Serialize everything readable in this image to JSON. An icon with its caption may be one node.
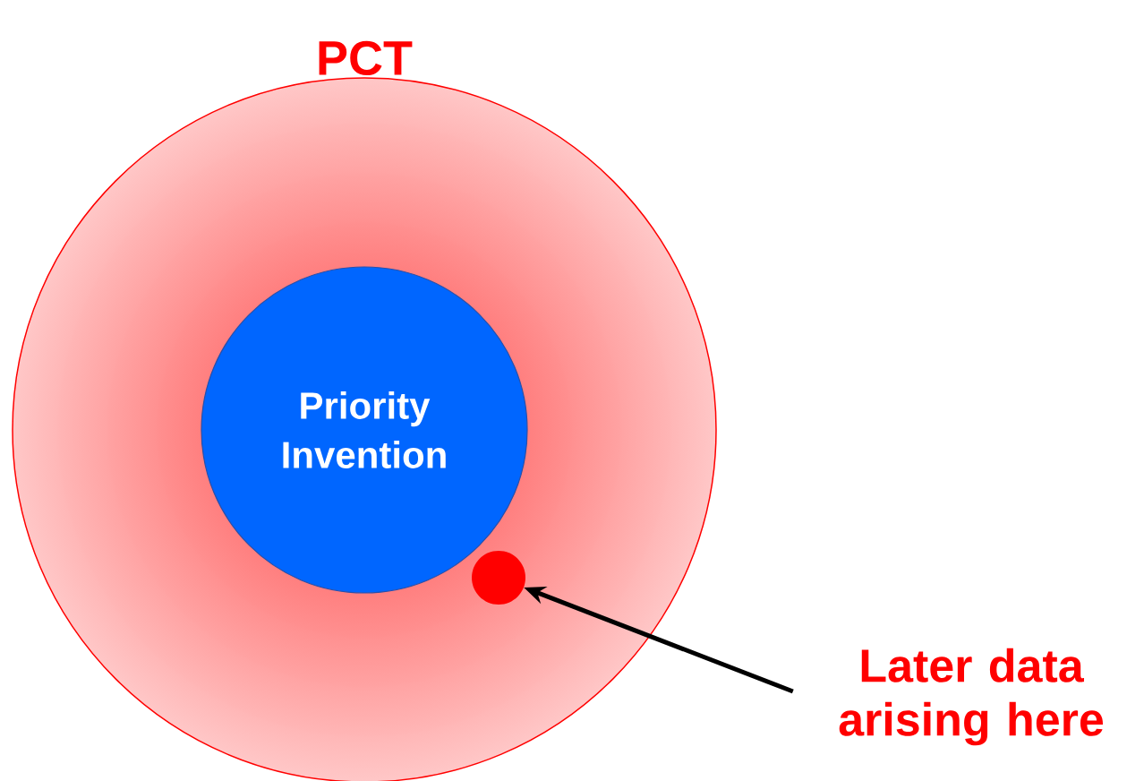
{
  "diagram": {
    "nodes": [
      {
        "text": [
          "PCT"
        ]
      },
      {
        "text": [
          "Priority Invention"
        ],
        "in": 0
      },
      {
        "text": [],
        "shape": "circle",
        "in": 0
      },
      {
        "text": [
          "Later data arising here"
        ]
      }
    ],
    "edges": [
      {
        "from": 3,
        "to": 2,
        "arrow": "to"
      }
    ]
  }
}
